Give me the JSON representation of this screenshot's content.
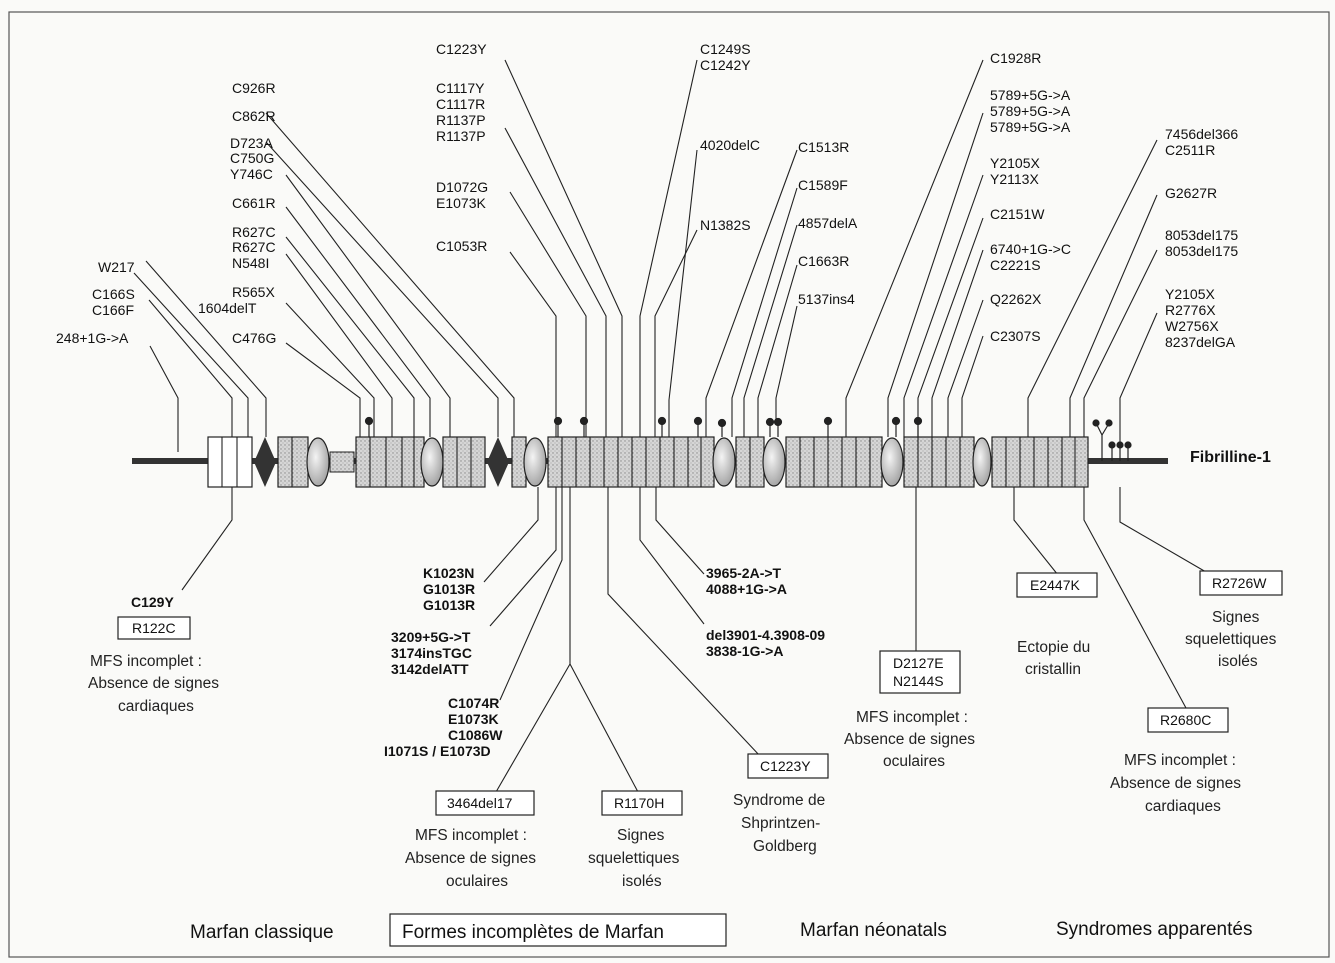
{
  "protein_label": "Fibrilline-1",
  "top_labels": {
    "W217": "W217",
    "C166S": "C166S",
    "C166F": "C166F",
    "248": "248+1G->A",
    "C926R": "C926R",
    "C862R": "C862R",
    "D723A": "D723A",
    "C750G": "C750G",
    "Y746C": "Y746C",
    "C661R": "C661R",
    "R627C_a": "R627C",
    "R627C_b": "R627C",
    "N548I": "N548I",
    "R565X": "R565X",
    "1604delT": "1604delT",
    "C476G": "C476G",
    "C1223Y": "C1223Y",
    "C1117Y": "C1117Y",
    "C1117R": "C1117R",
    "R1137P_a": "R1137P",
    "R1137P_b": "R1137P",
    "D1072G": "D1072G",
    "E1073K": "E1073K",
    "C1053R": "C1053R",
    "C1249S": "C1249S",
    "C1242Y": "C1242Y",
    "4020delC": "4020delC",
    "N1382S": "N1382S",
    "C1513R": "C1513R",
    "C1589F": "C1589F",
    "4857delA": "4857delA",
    "C1663R": "C1663R",
    "5137ins4": "5137ins4",
    "C1928R": "C1928R",
    "5789_a": "5789+5G->A",
    "5789_b": "5789+5G->A",
    "5789_c": "5789+5G->A",
    "Y2105X": "Y2105X",
    "Y2113X": "Y2113X",
    "C2151W": "C2151W",
    "6740": "6740+1G->C",
    "C2221S": "C2221S",
    "Q2262X": "Q2262X",
    "C2307S": "C2307S",
    "7456del366": "7456del366",
    "C2511R": "C2511R",
    "G2627R": "G2627R",
    "8053_a": "8053del175",
    "8053_b": "8053del175",
    "Y2105X_b": "Y2105X",
    "R2776X": "R2776X",
    "W2756X": "W2756X",
    "8237delGA": "8237delGA"
  },
  "bottom_labels": {
    "C129Y": "C129Y",
    "R122C": "R122C",
    "mfs1_1": "MFS incomplet :",
    "mfs1_2": "Absence de signes",
    "mfs1_3": "cardiaques",
    "K1023N": "K1023N",
    "G1013R_a": "G1013R",
    "G1013R_b": "G1013R",
    "3209": "3209+5G->T",
    "3174": "3174insTGC",
    "3142": "3142delATT",
    "C1074R": "C1074R",
    "E1073K": "E1073K",
    "C1086W": "C1086W",
    "I1071S": "I1071S / E1073D",
    "3464": "3464del17",
    "mfs2_1": "MFS incomplet :",
    "mfs2_2": "Absence de signes",
    "mfs2_3": "oculaires",
    "R1170H": "R1170H",
    "sq1_1": "Signes",
    "sq1_2": "squelettiques",
    "sq1_3": "isolés",
    "3965": "3965-2A->T",
    "4088": "4088+1G->A",
    "del3901": "del3901-4.3908-09",
    "3838": "3838-1G->A",
    "C1223Y": "C1223Y",
    "sg1": "Syndrome de",
    "sg2": "Shprintzen-",
    "sg3": "Goldberg",
    "D2127E": "D2127E",
    "N2144S": "N2144S",
    "mfs3_1": "MFS incomplet :",
    "mfs3_2": "Absence de signes",
    "mfs3_3": "oculaires",
    "E2447K": "E2447K",
    "ec1": "Ectopie du",
    "ec2": "cristallin",
    "R2726W": "R2726W",
    "sq2_1": "Signes",
    "sq2_2": "squelettiques",
    "sq2_3": "isolés",
    "R2680C": "R2680C",
    "mfs4_1": "MFS incomplet :",
    "mfs4_2": "Absence de signes",
    "mfs4_3": "cardiaques"
  },
  "legend": {
    "classique": "Marfan classique",
    "incompletes": "Formes incomplètes de Marfan",
    "neonatals": "Marfan néonatals",
    "apparentes": "Syndromes apparentés"
  }
}
